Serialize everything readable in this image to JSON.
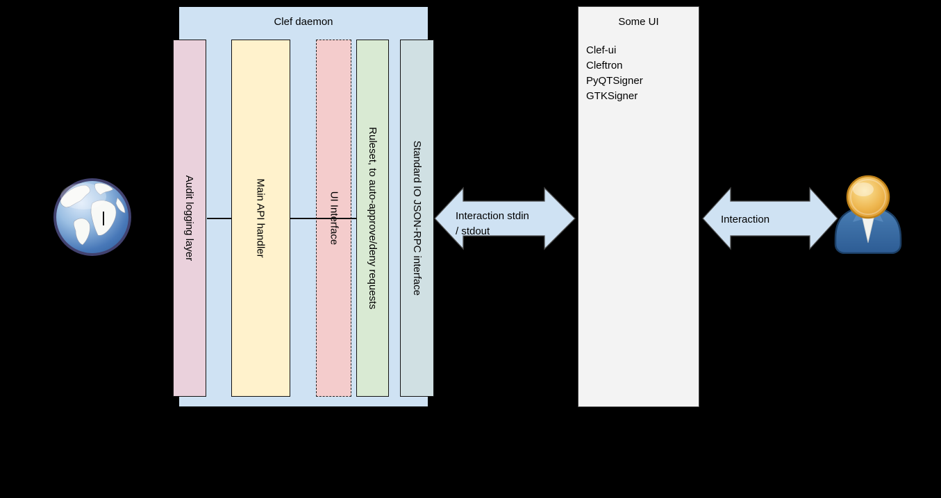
{
  "canvas": {
    "bg": "#000000"
  },
  "clef_daemon": {
    "title": "Clef daemon",
    "bg": "#cfe2f3",
    "layers": [
      {
        "label": "Audit logging layer",
        "color": "#ead1dc",
        "border": "solid"
      },
      {
        "label": "Main API handler",
        "color": "#fff2cc",
        "border": "solid"
      },
      {
        "label": "UI Interface",
        "color": "#f4cccc",
        "border": "dashed"
      },
      {
        "label": "Ruleset, to auto-approve/deny requests",
        "color": "#d9ead3",
        "border": "solid"
      },
      {
        "label": "Standard IO JSON-RPC interface",
        "color": "#d0e0e3",
        "border": "solid"
      }
    ]
  },
  "some_ui": {
    "title": "Some UI",
    "bg": "#f3f3f3",
    "items": [
      "Clef-ui",
      "Cleftron",
      "PyQTSigner",
      "GTKSigner"
    ]
  },
  "arrows": {
    "fill": "#cfe2f3",
    "stdio": {
      "line1": "Interaction stdin",
      "line2": "/ stdout"
    },
    "user": {
      "line1": "Interaction"
    }
  },
  "icons": {
    "left": "globe-icon",
    "right": "user-icon"
  }
}
